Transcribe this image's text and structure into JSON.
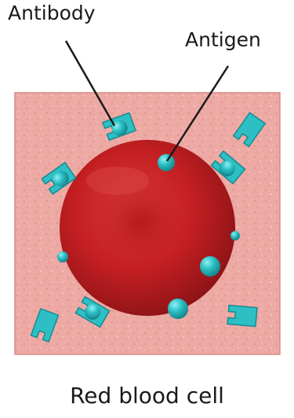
{
  "labels": {
    "antibody": "Antibody",
    "antigen": "Antigen",
    "caption": "Red blood cell"
  },
  "colors": {
    "background_tissue": "#eda9a4",
    "red_blood_cell": "#c41f22",
    "antibody": "#2dbfc4",
    "antigen": "#1fa7ae",
    "leader_line": "#1a1a1a"
  }
}
